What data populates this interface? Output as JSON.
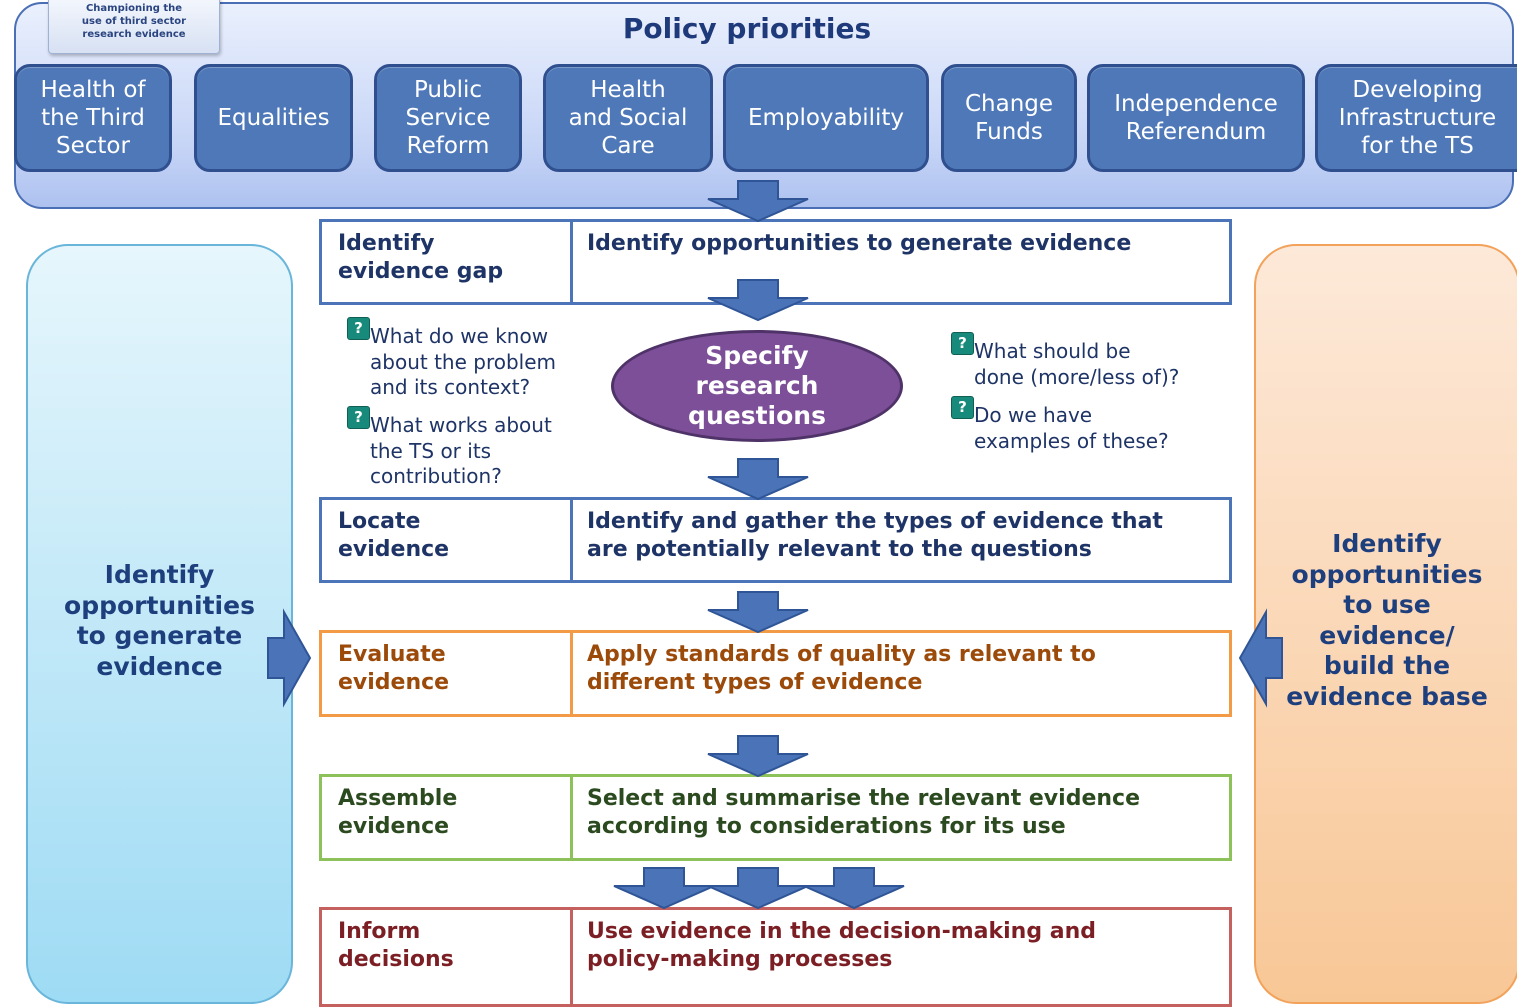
{
  "banner": {
    "title": "Policy priorities",
    "logo_text": "Championing the\nuse of third sector\nresearch evidence",
    "priorities": [
      "Health of\nthe Third\nSector",
      "Equalities",
      "Public\nService\nReform",
      "Health\nand Social\nCare",
      "Employability",
      "Change\nFunds",
      "Independence\nReferendum",
      "Developing\nInfrastructure\nfor the TS"
    ]
  },
  "left_panel": {
    "text": "Identify\nopportunities\nto generate\nevidence"
  },
  "right_panel": {
    "text": "Identify\nopportunities\nto use\nevidence/\nbuild the\nevidence base"
  },
  "steps": [
    {
      "label": "Identify\nevidence gap",
      "description": "Identify opportunities to generate evidence"
    },
    {
      "label": "Locate\nevidence",
      "description": "Identify and gather the types of evidence that\nare potentially relevant to the questions"
    },
    {
      "label": "Evaluate\nevidence",
      "description": "Apply standards of quality as relevant to\ndifferent types of evidence"
    },
    {
      "label": "Assemble\nevidence",
      "description": "Select and summarise the relevant evidence\naccording to considerations for its use"
    },
    {
      "label": "Inform\ndecisions",
      "description": "Use evidence in the decision-making and\npolicy-making processes"
    }
  ],
  "center": {
    "ellipse_text": "Specify\nresearch\nquestions"
  },
  "questions": {
    "icon_glyph": "?",
    "left": [
      "What do we know\nabout the problem\nand its context?",
      "What works about\nthe TS or its\ncontribution?"
    ],
    "right": [
      "What should be\ndone (more/less of)?",
      "Do we have\nexamples of these?"
    ]
  },
  "colors": {
    "pill_fill": "#4f78b8",
    "arrow_fill": "#4a73b8",
    "ellipse_fill": "#7c4f98",
    "step_blue": "#4c74b9",
    "step_orange": "#f39a46",
    "step_green": "#8dc159",
    "step_red": "#c4605e"
  }
}
